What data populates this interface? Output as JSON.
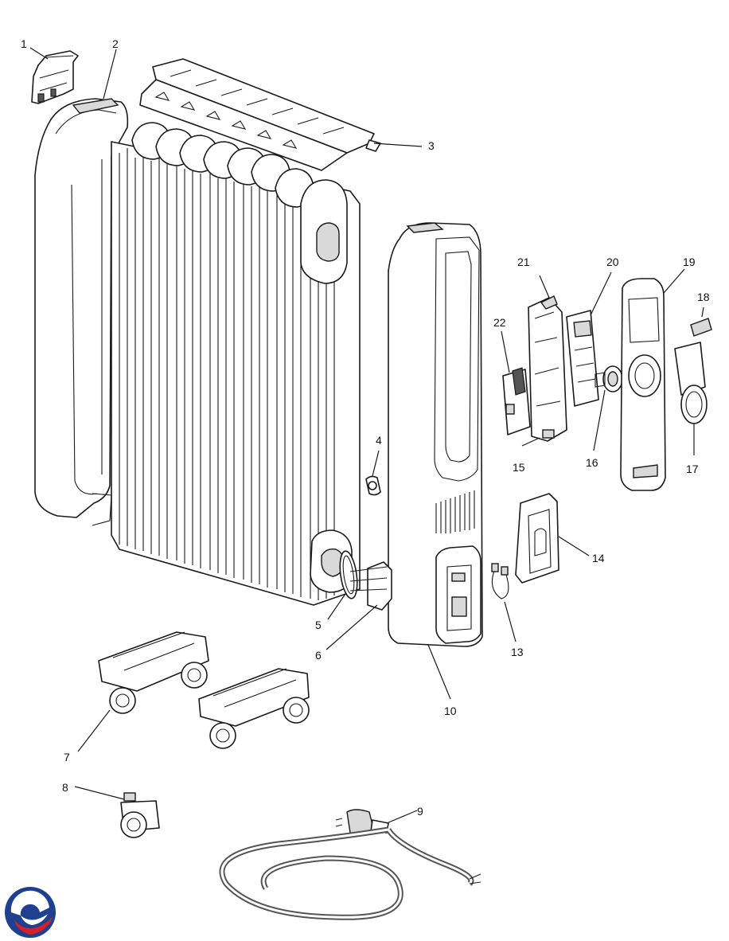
{
  "diagram": {
    "callouts": [
      {
        "id": "1",
        "label": "1",
        "part": "top-cap"
      },
      {
        "id": "2",
        "label": "2",
        "part": "left-side-panel"
      },
      {
        "id": "3",
        "label": "3",
        "part": "top-grille"
      },
      {
        "id": "4",
        "label": "4",
        "part": "thermostat-bulb-fitting"
      },
      {
        "id": "5",
        "label": "5",
        "part": "gasket"
      },
      {
        "id": "6",
        "label": "6",
        "part": "heating-element-flange"
      },
      {
        "id": "7",
        "label": "7",
        "part": "caster-feet"
      },
      {
        "id": "8",
        "label": "8",
        "part": "single-caster"
      },
      {
        "id": "9",
        "label": "9",
        "part": "power-cord"
      },
      {
        "id": "10",
        "label": "10",
        "part": "right-side-panel"
      },
      {
        "id": "13",
        "label": "13",
        "part": "jumper-wire"
      },
      {
        "id": "14",
        "label": "14",
        "part": "cord-cover-plate"
      },
      {
        "id": "15",
        "label": "15",
        "part": "control-bracket"
      },
      {
        "id": "16",
        "label": "16",
        "part": "knob-shaft"
      },
      {
        "id": "17",
        "label": "17",
        "part": "dial-knob"
      },
      {
        "id": "18",
        "label": "18",
        "part": "display-window"
      },
      {
        "id": "19",
        "label": "19",
        "part": "control-panel-cover"
      },
      {
        "id": "20",
        "label": "20",
        "part": "control-board"
      },
      {
        "id": "21",
        "label": "21",
        "part": "board-holder"
      },
      {
        "id": "22",
        "label": "22",
        "part": "power-board"
      }
    ],
    "colors": {
      "line": "#1a1a1a",
      "fill": "#ffffff",
      "shade": "#d9d9d9",
      "logo_blue": "#1f3f8f",
      "logo_red": "#d4202a"
    }
  }
}
